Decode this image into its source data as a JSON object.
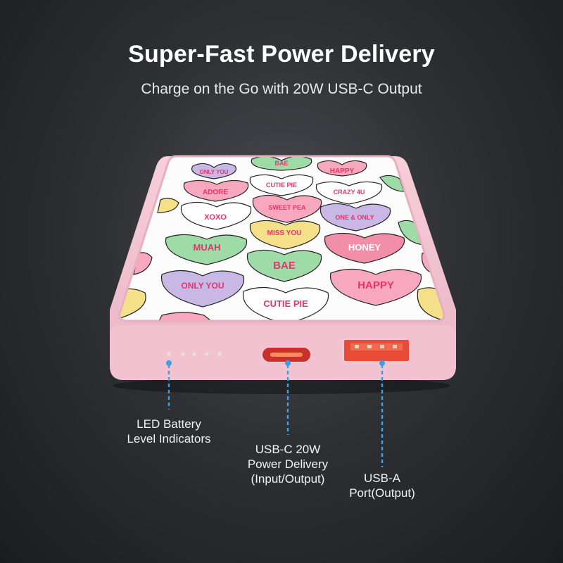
{
  "header": {
    "title": "Super-Fast Power Delivery",
    "subtitle": "Charge on the Go with 20W USB-C Output"
  },
  "callouts": {
    "led": {
      "line1": "LED Battery",
      "line2": "Level Indicators"
    },
    "usbc": {
      "line1": "USB-C 20W",
      "line2": "Power Delivery",
      "line3": "(Input/Output)"
    },
    "usba": {
      "line1": "USB-A",
      "line2": "Port(Output)"
    }
  },
  "hearts": [
    "BAE",
    "HAPPY",
    "ONLY YOU",
    "CUTIE PIE",
    "ADORE",
    "CRAZY 4U",
    "SWEET PEA",
    "XOXO",
    "ONE & ONLY",
    "MISS YOU",
    "MUAH",
    "HONEY"
  ],
  "colors": {
    "case_pink": "#f4c6d3",
    "accent_blue": "#3aa0e6",
    "port_red": "#e0442f",
    "heart_text": "#e8346d"
  }
}
